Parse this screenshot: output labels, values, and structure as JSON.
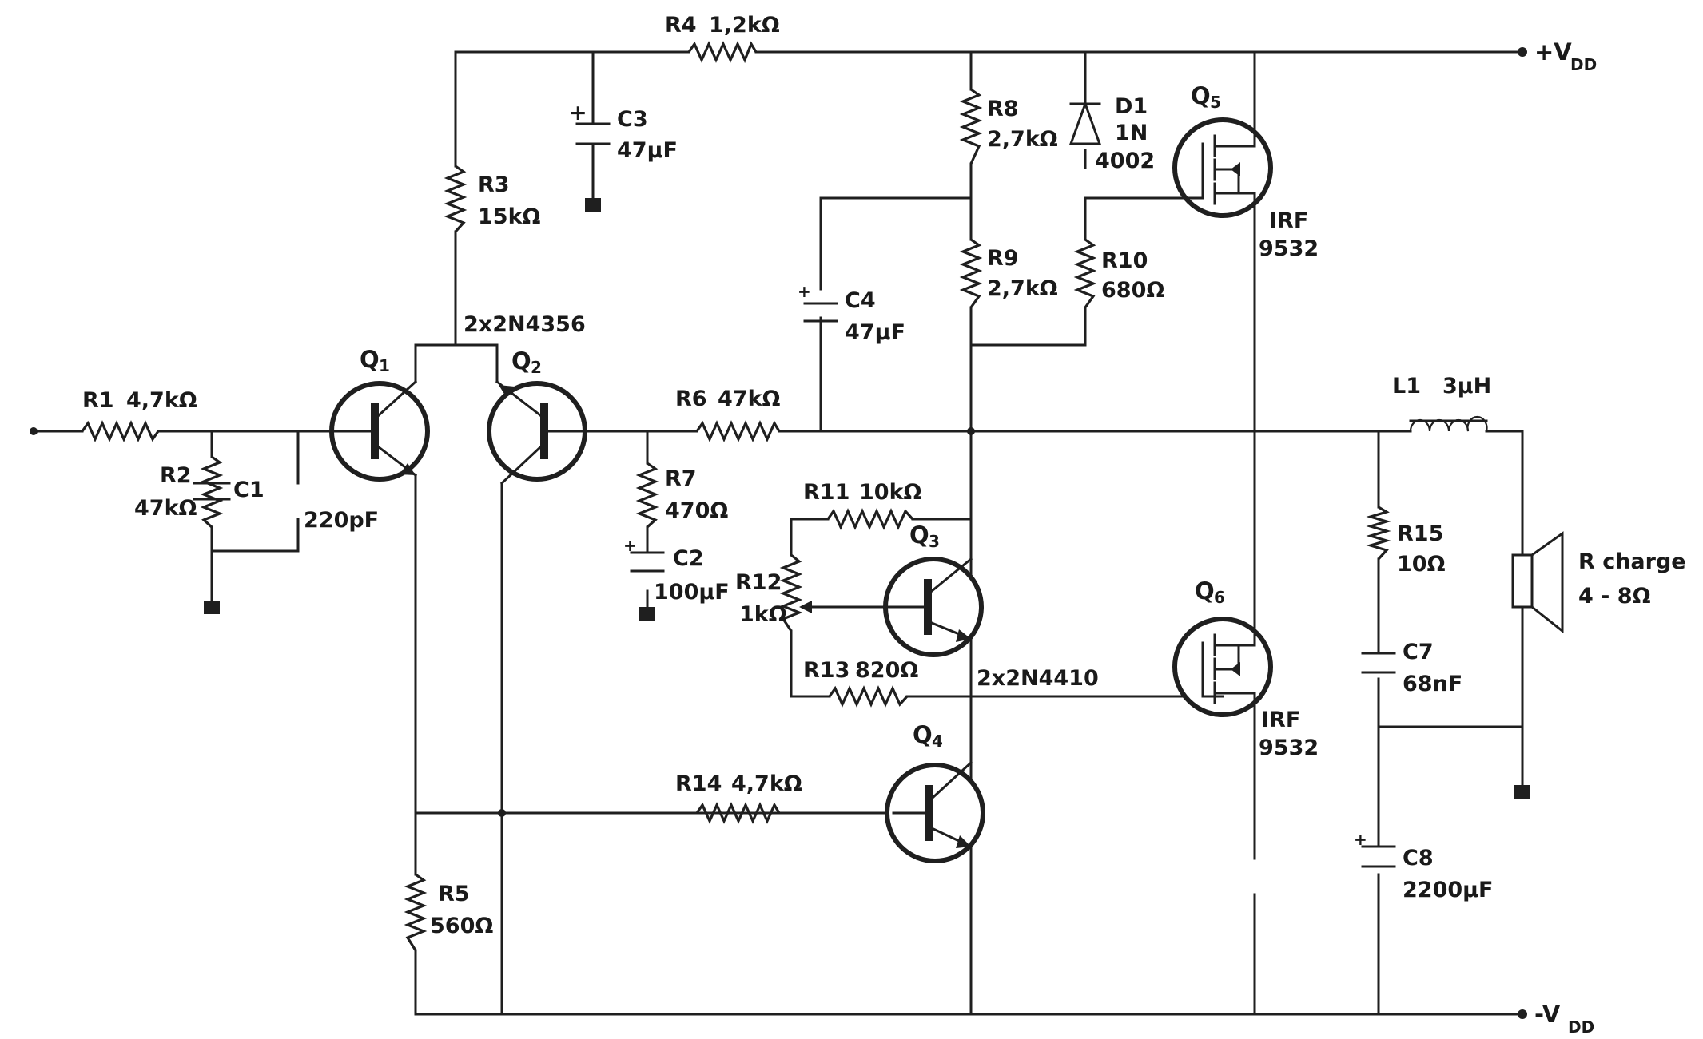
{
  "rails": {
    "vdd_pos": "+V",
    "vdd_pos_sub": "DD",
    "vdd_neg": "-V",
    "vdd_neg_sub": "DD"
  },
  "components": {
    "r1": {
      "name": "R1",
      "value": "4,7kΩ"
    },
    "r2": {
      "name": "R2",
      "value": "47kΩ"
    },
    "c1": {
      "name": "C1",
      "value": "220pF"
    },
    "r3": {
      "name": "R3",
      "value": "15kΩ"
    },
    "r4": {
      "name": "R4",
      "value": "1,2kΩ"
    },
    "c3": {
      "name": "C3",
      "value": "47µF"
    },
    "r5": {
      "name": "R5",
      "value": "560Ω"
    },
    "r6": {
      "name": "R6",
      "value": "47kΩ"
    },
    "r7": {
      "name": "R7",
      "value": "470Ω"
    },
    "c2": {
      "name": "C2",
      "value": "100µF"
    },
    "c4": {
      "name": "C4",
      "value": "47µF"
    },
    "r8": {
      "name": "R8",
      "value": "2,7kΩ"
    },
    "r9": {
      "name": "R9",
      "value": "2,7kΩ"
    },
    "d1": {
      "name": "D1",
      "line1": "1N",
      "line2": "4002"
    },
    "r10": {
      "name": "R10",
      "value": "680Ω"
    },
    "r11": {
      "name": "R11",
      "value": "10kΩ"
    },
    "r12": {
      "name": "R12",
      "value": "1kΩ"
    },
    "r13": {
      "name": "R13",
      "value": "820Ω"
    },
    "r14": {
      "name": "R14",
      "value": "4,7kΩ"
    },
    "r15": {
      "name": "R15",
      "value": "10Ω"
    },
    "c7": {
      "name": "C7",
      "value": "68nF"
    },
    "c8": {
      "name": "C8",
      "value": "2200µF"
    },
    "l1": {
      "name": "L1",
      "value": "3µH"
    },
    "load": {
      "name": "R charge",
      "value": "4 - 8Ω"
    }
  },
  "transistors": {
    "q1": {
      "name": "Q",
      "sub": "1"
    },
    "q2": {
      "name": "Q",
      "sub": "2"
    },
    "q3": {
      "name": "Q",
      "sub": "3"
    },
    "q4": {
      "name": "Q",
      "sub": "4"
    },
    "q5": {
      "name": "Q",
      "sub": "5",
      "type_line1": "IRF",
      "type_line2": "9532"
    },
    "q6": {
      "name": "Q",
      "sub": "6",
      "type_line1": "IRF",
      "type_line2": "9532"
    },
    "pair_input": "2x2N4356",
    "pair_driver": "2x2N4410"
  }
}
